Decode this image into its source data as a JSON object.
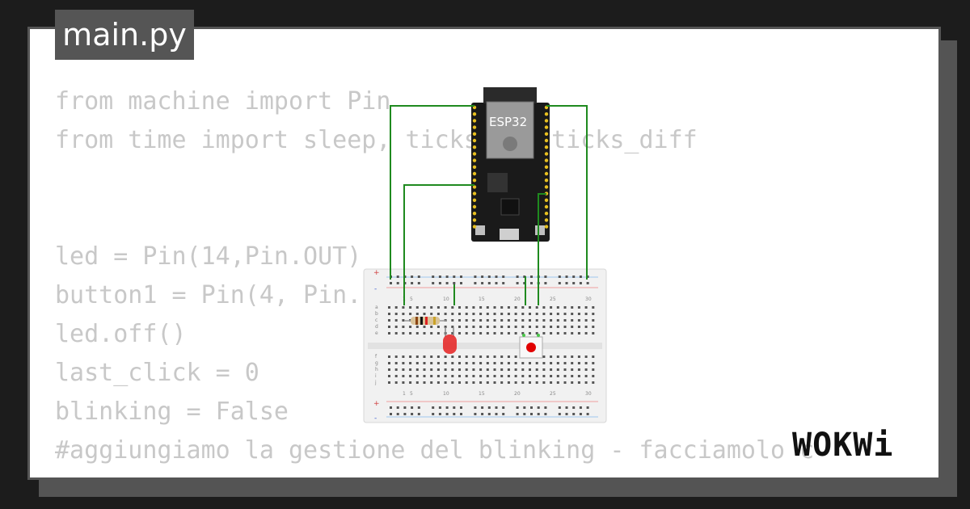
{
  "file_tab": {
    "label": "main.py"
  },
  "code_lines": [
    "from machine import Pin",
    "from time import sleep, ticks_ms, ticks_diff",
    "",
    "",
    "led = Pin(14,Pin.OUT)",
    "button1 = Pin(4, Pin.IN, Pin.PULL_UP)",
    "led.off()",
    "last_click = 0",
    "blinking = False",
    "#aggiungiamo la gestione del blinking - facciamolo con il toggle"
  ],
  "board": {
    "chip_label": "ESP32"
  },
  "breadboard": {
    "column_numbers_top": [
      "1",
      "5",
      "10",
      "15",
      "20",
      "25",
      "30"
    ],
    "column_numbers_bottom": [
      "1",
      "5",
      "10",
      "15",
      "20",
      "25",
      "30"
    ],
    "row_letters_top": [
      "a",
      "b",
      "c",
      "d",
      "e"
    ],
    "row_letters_bottom": [
      "f",
      "g",
      "h",
      "i",
      "j"
    ],
    "rail_plus": "+",
    "rail_minus": "-"
  },
  "components": {
    "led_color": "#e52b2b",
    "button_color": "#e10000",
    "wire_color": "#1f8a1f"
  },
  "brand": {
    "logo": "WOKWi"
  }
}
